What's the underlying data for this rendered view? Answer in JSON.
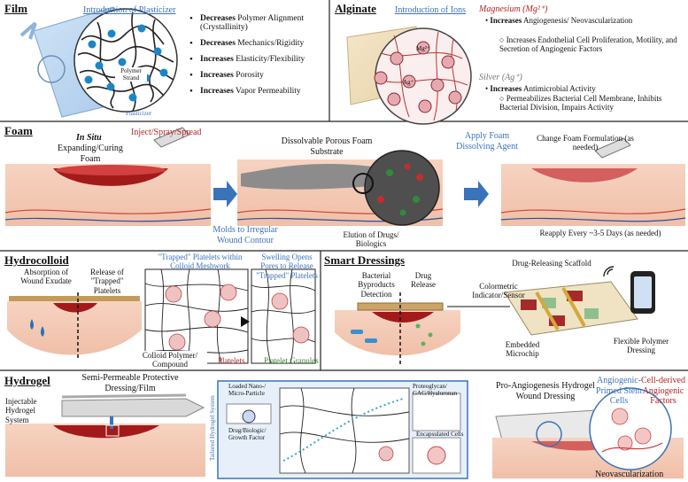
{
  "colors": {
    "accent_blue": "#3a73b9",
    "accent_red": "#b22222",
    "accent_green": "#3f7f2e",
    "tissue": "#f2c9b5",
    "blood": "#b21e1e"
  },
  "film": {
    "title": "Film",
    "intro": "Introduction of Plasticizer",
    "polymer_label": "Polymer Strand",
    "plasticizer_label": "Plasticizer",
    "bullets": [
      {
        "verb": "Decreases",
        "rest": "Polymer Alignment (Crystallinity)"
      },
      {
        "verb": "Decreases",
        "rest": "Mechanics/Rigidity"
      },
      {
        "verb": "Increases",
        "rest": "Elasticity/Flexibility"
      },
      {
        "verb": "Increases",
        "rest": "Porosity"
      },
      {
        "verb": "Increases",
        "rest": "Vapor Permeability"
      }
    ]
  },
  "alginate": {
    "title": "Alginate",
    "intro": "Introduction of Ions",
    "mg_heading": "Magnesium (Mg²⁺)",
    "mg_bullet_verb": "Increases",
    "mg_bullet_rest": "Angiogenesis/ Neovascularization",
    "mg_sub": "Increases Endothelial Cell Proliferation, Motility, and Secretion of Angiogenic Factors",
    "ag_heading": "Silver (Ag⁺)",
    "ag_bullet_verb": "Increases",
    "ag_bullet_rest": "Antimicrobial Activity",
    "ag_sub": "Permeabilizes Bacterial Cell Membrane, Inhibits Bacterial Division, Impairs Activity",
    "ion_mg": "Mg²⁺",
    "ion_ag": "Ag⁺"
  },
  "foam": {
    "title": "Foam",
    "in_situ": "In Situ",
    "expanding": "Expanding/Curing Foam",
    "inject": "Inject/Spray/Spread",
    "molds": "Molds to Irregular Wound Contour",
    "dissolvable": "Dissolvable Porous Foam Substrate",
    "apply": "Apply Foam Dissolving Agent",
    "elution": "Elution of Drugs/ Biologics",
    "change": "Change Foam Formulation (as needed)",
    "reapply": "Reapply Every ~3-5 Days (as needed)"
  },
  "hydrocolloid": {
    "title": "Hydrocolloid",
    "absorption": "Absorption of Wound Exudate",
    "release": "Release of \"Trapped\" Platelets",
    "trapped": "\"Trapped\" Platelets within Colloid Meshwork",
    "swelling": "Swelling Opens Pores to Release \"Trapped\" Platelets",
    "colloid": "Colloid Polymer/ Compound",
    "platelets": "Platelets",
    "granules": "Platelet Granules"
  },
  "smart": {
    "title": "Smart Dressings",
    "bacterial": "Bacterial Byproducts Detection",
    "drug_release": "Drug Release",
    "drug_scaffold": "Drug-Releasing Scaffold",
    "colorimetric": "Colormetric Indicator/Sensor",
    "microchip": "Embedded Microchip",
    "flexible": "Flexible Polymer Dressing"
  },
  "hydrogel": {
    "title": "Hydrogel",
    "semi": "Semi-Permeable Protective Dressing/Film",
    "injectable": "Injectable Hydrogel System",
    "tailored": "Tailored Hydrogel System",
    "loaded": "Loaded Nano-/ Micro-Particle",
    "drug": "Drug/Biologic/ Growth Factor",
    "proteoglycan": "Proteoglycan/ GAG/Hyaluronan",
    "encapsulated": "Encapsulated Cells",
    "pro": "Pro-Angiogenesis Hydrogel Wound Dressing",
    "primed": "Angiogenic-Primed Stem Cells",
    "cell_derived": "Cell-derived Angiogenic Factors",
    "neo": "Neovascularization"
  }
}
